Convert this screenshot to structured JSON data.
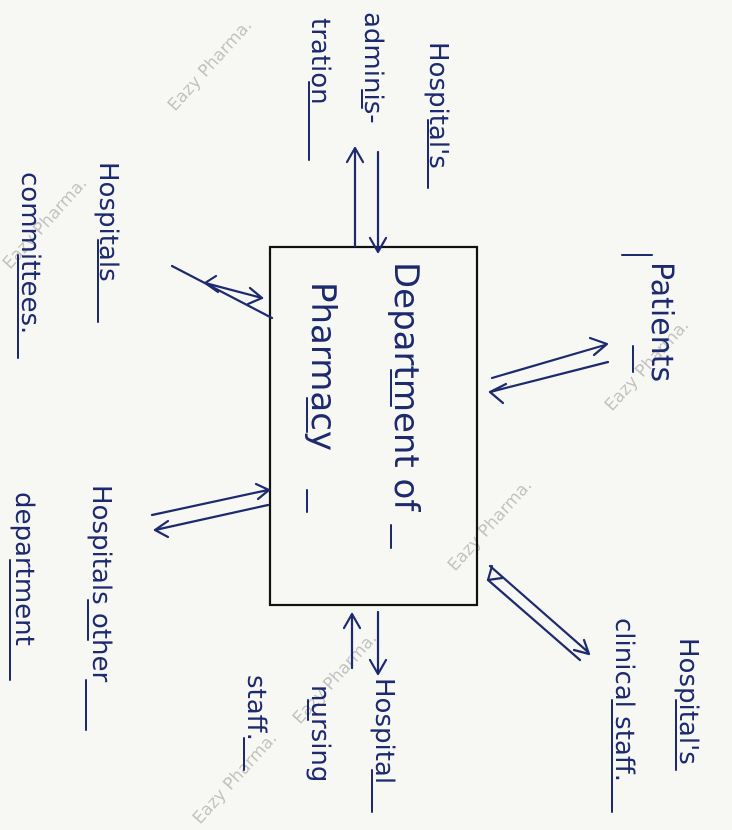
{
  "center": {
    "line1": "Department of",
    "line2": "Pharmacy"
  },
  "nodes": {
    "admin_1": "Hospital's",
    "admin_2": "adminis-",
    "admin_3": "tration",
    "committees_1": "Hospitals",
    "committees_2": "committees.",
    "patients": "Patients",
    "other_1": "Hospitals other",
    "other_2": "department",
    "nursing_1": "Hospital",
    "nursing_2": "nursing",
    "nursing_3": "staff.",
    "clinical_1": "Hospital's",
    "clinical_2": "clinical staff."
  },
  "watermark": "Eazy Pharma.",
  "colors": {
    "ink": "#1d2a6e",
    "box": "#111111",
    "watermark": "#b9b9b9"
  }
}
